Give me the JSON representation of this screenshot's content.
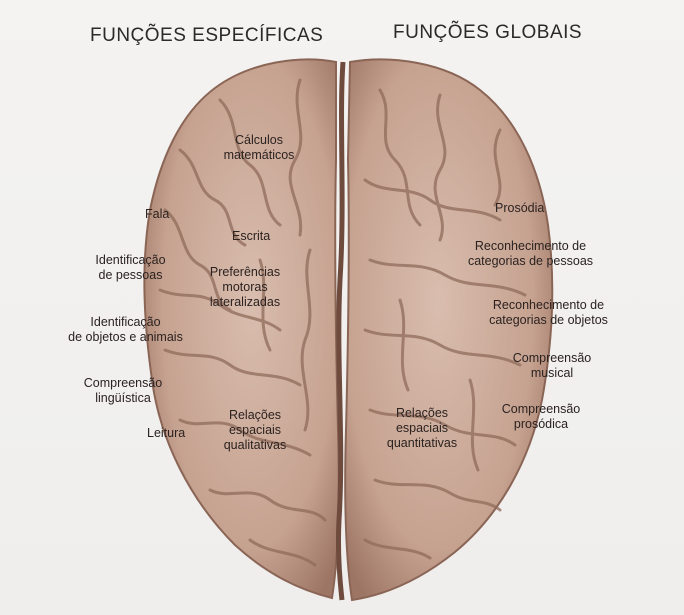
{
  "headings": {
    "left": "FUNÇÕES ESPECÍFICAS",
    "right": "FUNÇÕES GLOBAIS"
  },
  "left_labels": {
    "calculos": [
      "Cálculos",
      "matemáticos"
    ],
    "fala": [
      "Fala"
    ],
    "escrita": [
      "Escrita"
    ],
    "identificacao_pessoas": [
      "Identificação",
      "de pessoas"
    ],
    "preferencias": [
      "Preferências",
      "motoras",
      "lateralizadas"
    ],
    "identificacao_objetos": [
      "Identificação",
      "de objetos e animais"
    ],
    "compreensao_linguistica": [
      "Compreensão",
      "lingüística"
    ],
    "leitura": [
      "Leitura"
    ],
    "relacoes_qualitativas": [
      "Relações",
      "espaciais",
      "qualitativas"
    ]
  },
  "right_labels": {
    "prosodia": [
      "Prosódia"
    ],
    "reconhecimento_pessoas": [
      "Reconhecimento de",
      "categorias de pessoas"
    ],
    "reconhecimento_objetos": [
      "Reconhecimento de",
      "categorias de objetos"
    ],
    "compreensao_musical": [
      "Compreensão",
      "musical"
    ],
    "compreensao_prosodica": [
      "Compreensão",
      "prosódica"
    ],
    "relacoes_quantitativas": [
      "Relações",
      "espaciais",
      "quantitativas"
    ]
  },
  "colors": {
    "background": "#f2f1ef",
    "brain_fill": "#c9a796",
    "brain_shadow": "#8a6556",
    "brain_highlight": "#dcc1b3",
    "fissure": "#7a5547",
    "text": "#2b2220"
  }
}
